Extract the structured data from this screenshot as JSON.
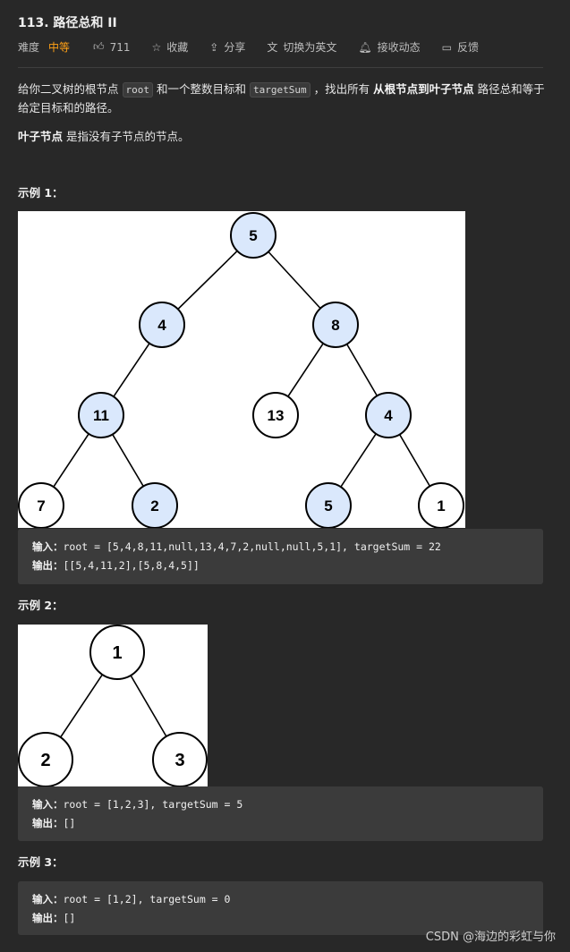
{
  "problem": {
    "title": "113. 路径总和 II"
  },
  "meta": {
    "difficulty_label": "难度",
    "difficulty": "中等",
    "likes": "711",
    "favorite": "收藏",
    "share": "分享",
    "switch_lang": "切换为英文",
    "subscribe": "接收动态",
    "feedback": "反馈"
  },
  "description": {
    "p1_a": "给你二叉树的根节点",
    "code_root": "root",
    "p1_b": "和一个整数目标和",
    "code_target": "targetSum",
    "p1_c": "，找出所有",
    "p1_bold": "从根节点到叶子节点",
    "p1_d": "路径总和等于给定目标和的路径。",
    "p2_bold": "叶子节点",
    "p2_rest": "是指没有子节点的节点。"
  },
  "examples": [
    {
      "title": "示例 1：",
      "input_label": "输入：",
      "input": "root = [5,4,8,11,null,13,4,7,2,null,null,5,1], targetSum = 22",
      "output_label": "输出：",
      "output": "[[5,4,11,2],[5,8,4,5]]",
      "nodes": [
        "5",
        "4",
        "8",
        "11",
        "13",
        "4",
        "7",
        "2",
        "5",
        "1"
      ]
    },
    {
      "title": "示例 2：",
      "input_label": "输入：",
      "input": "root = [1,2,3], targetSum = 5",
      "output_label": "输出：",
      "output": "[]",
      "nodes": [
        "1",
        "2",
        "3"
      ]
    },
    {
      "title": "示例 3：",
      "input_label": "输入：",
      "input": "root = [1,2], targetSum = 0",
      "output_label": "输出：",
      "output": "[]"
    }
  ],
  "colors": {
    "highlight_node": "#dae8fc",
    "plain_node": "#ffffff",
    "difficulty": "#ffa116"
  },
  "watermark": "CSDN @海边的彩虹与你"
}
